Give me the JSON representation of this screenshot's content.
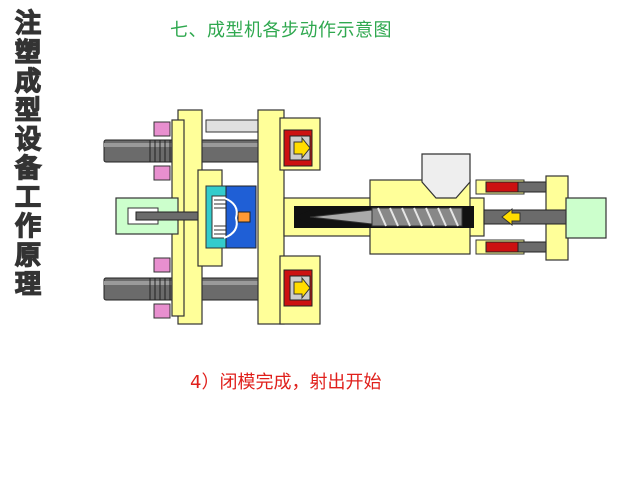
{
  "side_title": [
    "注",
    "塑",
    "成",
    "型",
    "设",
    "备",
    "工",
    "作",
    "原",
    "理"
  ],
  "top_title": "七、成型机各步动作示意图",
  "caption": "4）闭模完成，射出开始",
  "colors": {
    "frame": "#ffff99",
    "rod": "#6b6b6b",
    "pink": "#e88fcf",
    "cylinder_red": "#cc1111",
    "mold_blue": "#1f5fd6",
    "mold_teal": "#33cccc",
    "motor_green": "#ccffcc",
    "hopper": "#e8e8e8",
    "title_green": "#2fa84f",
    "caption_red": "#e0201c"
  },
  "icons": [
    "right-arrow-icon",
    "left-arrow-icon"
  ]
}
